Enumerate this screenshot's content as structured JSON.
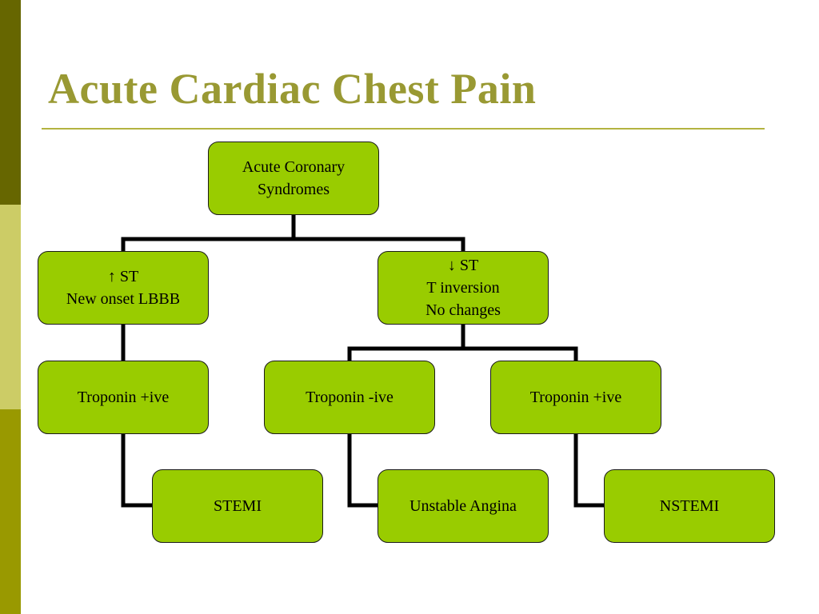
{
  "slide": {
    "title": "Acute Cardiac Chest Pain",
    "accent_colors": {
      "title": "#999933",
      "band_dark": "#666600",
      "band_light": "#cccc66",
      "band_mid": "#999900",
      "node_fill": "#99cc00"
    }
  },
  "diagram": {
    "type": "flowchart-tree",
    "nodes": {
      "acs": {
        "lines": [
          "Acute Coronary",
          "Syndromes"
        ]
      },
      "st_elevation": {
        "lines": [
          "↑ ST",
          "New onset LBBB"
        ]
      },
      "st_depression": {
        "lines": [
          "↓ ST",
          "T inversion",
          "No changes"
        ]
      },
      "troponin_pos_left": {
        "lines": [
          "Troponin +ive"
        ]
      },
      "troponin_neg": {
        "lines": [
          "Troponin -ive"
        ]
      },
      "troponin_pos_right": {
        "lines": [
          "Troponin +ive"
        ]
      },
      "stemi": {
        "lines": [
          "STEMI"
        ]
      },
      "unstable_angina": {
        "lines": [
          "Unstable Angina"
        ]
      },
      "nstemi": {
        "lines": [
          "NSTEMI"
        ]
      }
    },
    "edges": [
      [
        "acs",
        "st_elevation"
      ],
      [
        "acs",
        "st_depression"
      ],
      [
        "st_elevation",
        "troponin_pos_left"
      ],
      [
        "st_depression",
        "troponin_neg"
      ],
      [
        "st_depression",
        "troponin_pos_right"
      ],
      [
        "troponin_pos_left",
        "stemi"
      ],
      [
        "troponin_neg",
        "unstable_angina"
      ],
      [
        "troponin_pos_right",
        "nstemi"
      ]
    ]
  }
}
